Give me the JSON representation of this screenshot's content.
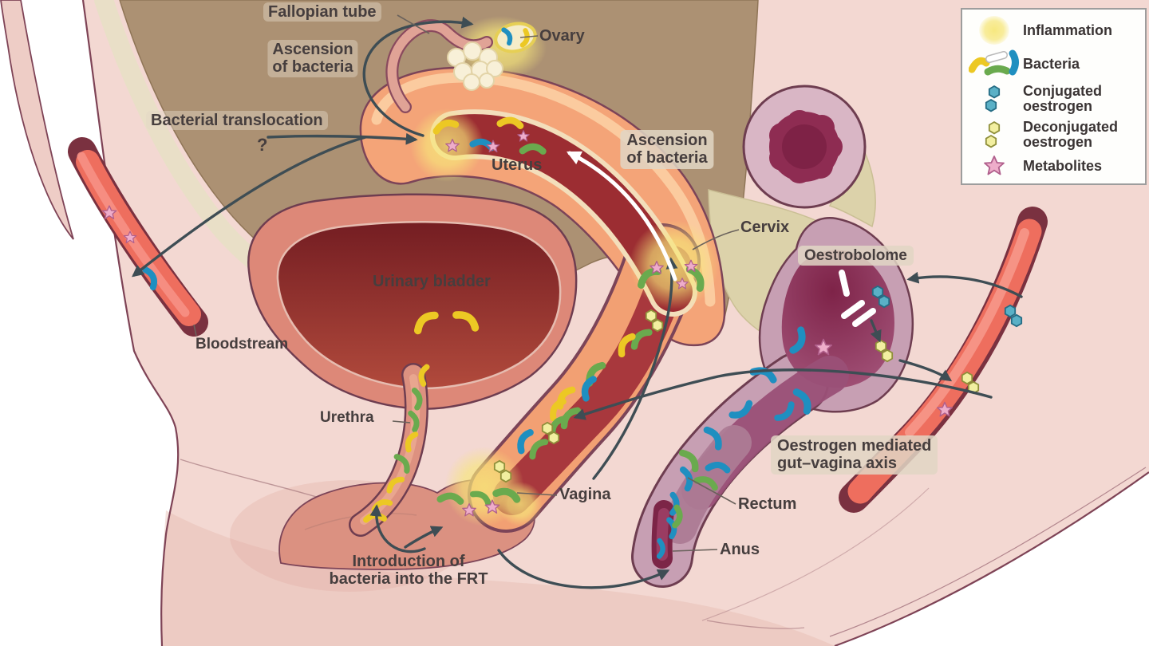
{
  "figure": {
    "labels": {
      "fallopian_tube": "Fallopian tube",
      "ascension_left": "Ascension\nof bacteria",
      "ovary": "Ovary",
      "bacterial_translocation": "Bacterial translocation",
      "question_mark": "?",
      "uterus": "Uterus",
      "ascension_right": "Ascension\nof bacteria",
      "cervix": "Cervix",
      "urinary_bladder": "Urinary bladder",
      "bloodstream": "Bloodstream",
      "urethra": "Urethra",
      "vagina": "Vagina",
      "oestrobolome": "Oestrobolome",
      "gut_vagina_axis": "Oestrogen mediated\ngut–vagina axis",
      "rectum": "Rectum",
      "anus": "Anus",
      "introduction_frt": "Introduction of\nbacteria into the FRT"
    },
    "legend": {
      "items": [
        {
          "name": "inflammation",
          "label": "Inflammation"
        },
        {
          "name": "bacteria",
          "label": "Bacteria"
        },
        {
          "name": "conjugated-oestrogen",
          "label": "Conjugated\noestrogen"
        },
        {
          "name": "deconjugated-oestrogen",
          "label": "Deconjugated\noestrogen"
        },
        {
          "name": "metabolites",
          "label": "Metabolites"
        }
      ]
    },
    "colors": {
      "inflammation": "#f7e87f",
      "bacteria_yellow": "#ecc824",
      "bacteria_green": "#6aaa4e",
      "bacteria_blue": "#1f8fc0",
      "bacteria_white": "#ffffff",
      "conjugated_oestrogen": "#5ab0c6",
      "deconjugated_oestrogen": "#f2efa0",
      "metabolite_star": "#eeadca",
      "arrow": "#3e4d54"
    }
  }
}
